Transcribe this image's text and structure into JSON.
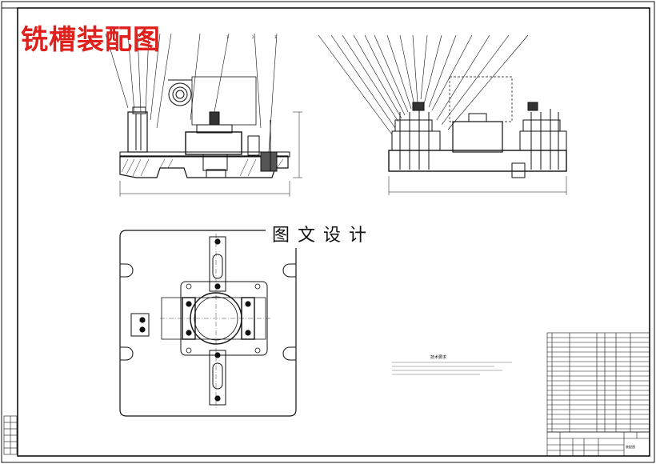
{
  "title": "铣槽装配图",
  "watermark": "图文设计",
  "tech_requirements": {
    "heading": "技术要求",
    "lines": [
      "1.装配前所有零件均应清洗干净，不得有毛刺、飞边、氧化皮、锈蚀、切屑、油污、着色剂和灰尘等。",
      "2.装配过程中零件不允许磕、碰、划伤和锈蚀。",
      "3.螺钉、螺栓和螺母紧固时，严禁打击或使用不合适的旋具和扳手。",
      "4.规定拧紧力矩要求的紧固件，必须采用力矩扳手，并按规定的拧紧力矩紧固。"
    ]
  },
  "title_block": {
    "drawing_name": "装配图"
  },
  "colors": {
    "title_red": "#e0201c",
    "line": "#111111"
  }
}
